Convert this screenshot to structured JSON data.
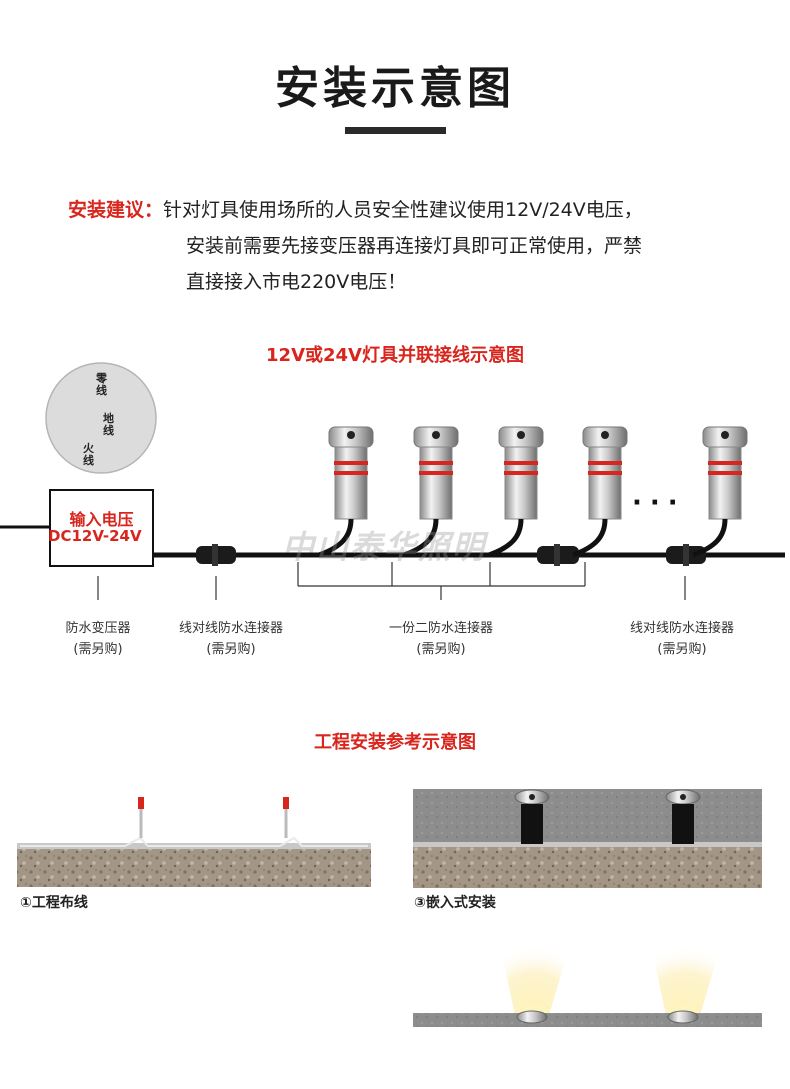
{
  "title": "安装示意图",
  "advice": {
    "label": "安装建议：",
    "line1": "针对灯具使用场所的人员安全性建议使用12V/24V电压，",
    "line2": "安装前需要先接变压器再连接灯具即可正常使用，严禁",
    "line3": "直接接入市电220V电压！"
  },
  "wiring": {
    "title": "12V或24V灯具并联接线示意图",
    "mains_labels": [
      "零线",
      "地线",
      "火线"
    ],
    "transformer_line1": "输入电压",
    "transformer_line2": "DC12V-24V",
    "watermark": "中山泰华照明",
    "dots": "···",
    "captions": [
      {
        "name": "防水变压器",
        "note": "(需另购)"
      },
      {
        "name": "线对线防水连接器",
        "note": "(需另购)"
      },
      {
        "name": "一份二防水连接器",
        "note": "(需另购)"
      },
      {
        "name": "线对线防水连接器",
        "note": "(需另购)"
      }
    ]
  },
  "install": {
    "title": "工程安装参考示意图",
    "panel1_label": "①工程布线",
    "panel3_label": "③嵌入式安装"
  },
  "colors": {
    "accent_red": "#d8251d",
    "cable": "#111111",
    "gravel": "#a09485",
    "concrete": "#8c8c8c"
  }
}
